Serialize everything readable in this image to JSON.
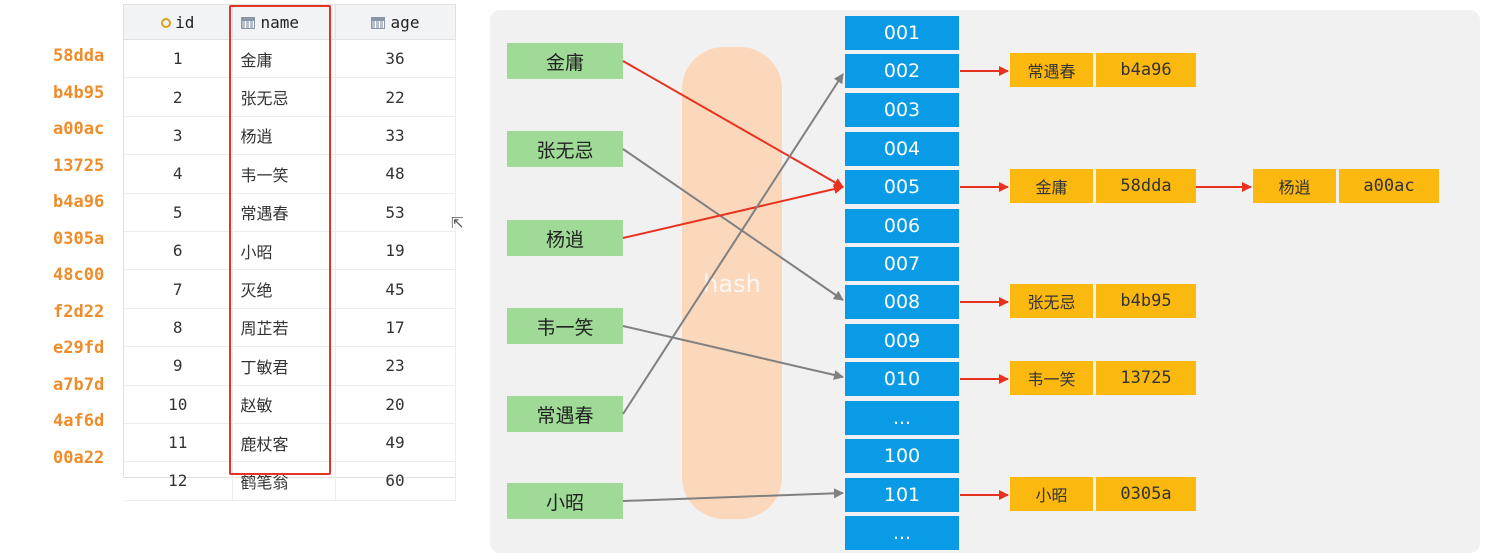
{
  "table": {
    "columns": [
      {
        "label": "id",
        "icon": "primary-key-column-icon"
      },
      {
        "label": "name",
        "icon": "table-column-icon"
      },
      {
        "label": "age",
        "icon": "table-column-icon"
      }
    ],
    "row_ids": [
      "58dda",
      "b4b95",
      "a00ac",
      "13725",
      "b4a96",
      "0305a",
      "48c00",
      "f2d22",
      "e29fd",
      "a7b7d",
      "4af6d",
      "00a22"
    ],
    "rows": [
      {
        "id": "1",
        "name": "金庸",
        "age": "36"
      },
      {
        "id": "2",
        "name": "张无忌",
        "age": "22"
      },
      {
        "id": "3",
        "name": "杨逍",
        "age": "33"
      },
      {
        "id": "4",
        "name": "韦一笑",
        "age": "48"
      },
      {
        "id": "5",
        "name": "常遇春",
        "age": "53"
      },
      {
        "id": "6",
        "name": "小昭",
        "age": "19"
      },
      {
        "id": "7",
        "name": "灭绝",
        "age": "45"
      },
      {
        "id": "8",
        "name": "周芷若",
        "age": "17"
      },
      {
        "id": "9",
        "name": "丁敏君",
        "age": "23"
      },
      {
        "id": "10",
        "name": "赵敏",
        "age": "20"
      },
      {
        "id": "11",
        "name": "鹿杖客",
        "age": "49"
      },
      {
        "id": "12",
        "name": "鹤笔翁",
        "age": "60"
      }
    ]
  },
  "diagram": {
    "hash_label": "hash",
    "keys": [
      "金庸",
      "张无忌",
      "杨逍",
      "韦一笑",
      "常遇春",
      "小昭"
    ],
    "buckets": [
      "001",
      "002",
      "003",
      "004",
      "005",
      "006",
      "007",
      "008",
      "009",
      "010",
      "...",
      "100",
      "101",
      "..."
    ],
    "entries": [
      {
        "bucket": "002",
        "items": [
          {
            "name": "常遇春",
            "row_id": "b4a96"
          }
        ]
      },
      {
        "bucket": "005",
        "items": [
          {
            "name": "金庸",
            "row_id": "58dda"
          },
          {
            "name": "杨逍",
            "row_id": "a00ac"
          }
        ]
      },
      {
        "bucket": "008",
        "items": [
          {
            "name": "张无忌",
            "row_id": "b4b95"
          }
        ]
      },
      {
        "bucket": "010",
        "items": [
          {
            "name": "韦一笑",
            "row_id": "13725"
          }
        ]
      },
      {
        "bucket": "101",
        "items": [
          {
            "name": "小昭",
            "row_id": "0305a"
          }
        ]
      }
    ],
    "colors": {
      "key_fill": "#9fdb96",
      "bucket_fill": "#0a9be6",
      "entry_fill": "#fbb80f",
      "collision_arrow": "#e8321f",
      "hash_arrow": "#808080",
      "highlight": "#e33325",
      "row_id_text": "#ef8c2a"
    }
  }
}
